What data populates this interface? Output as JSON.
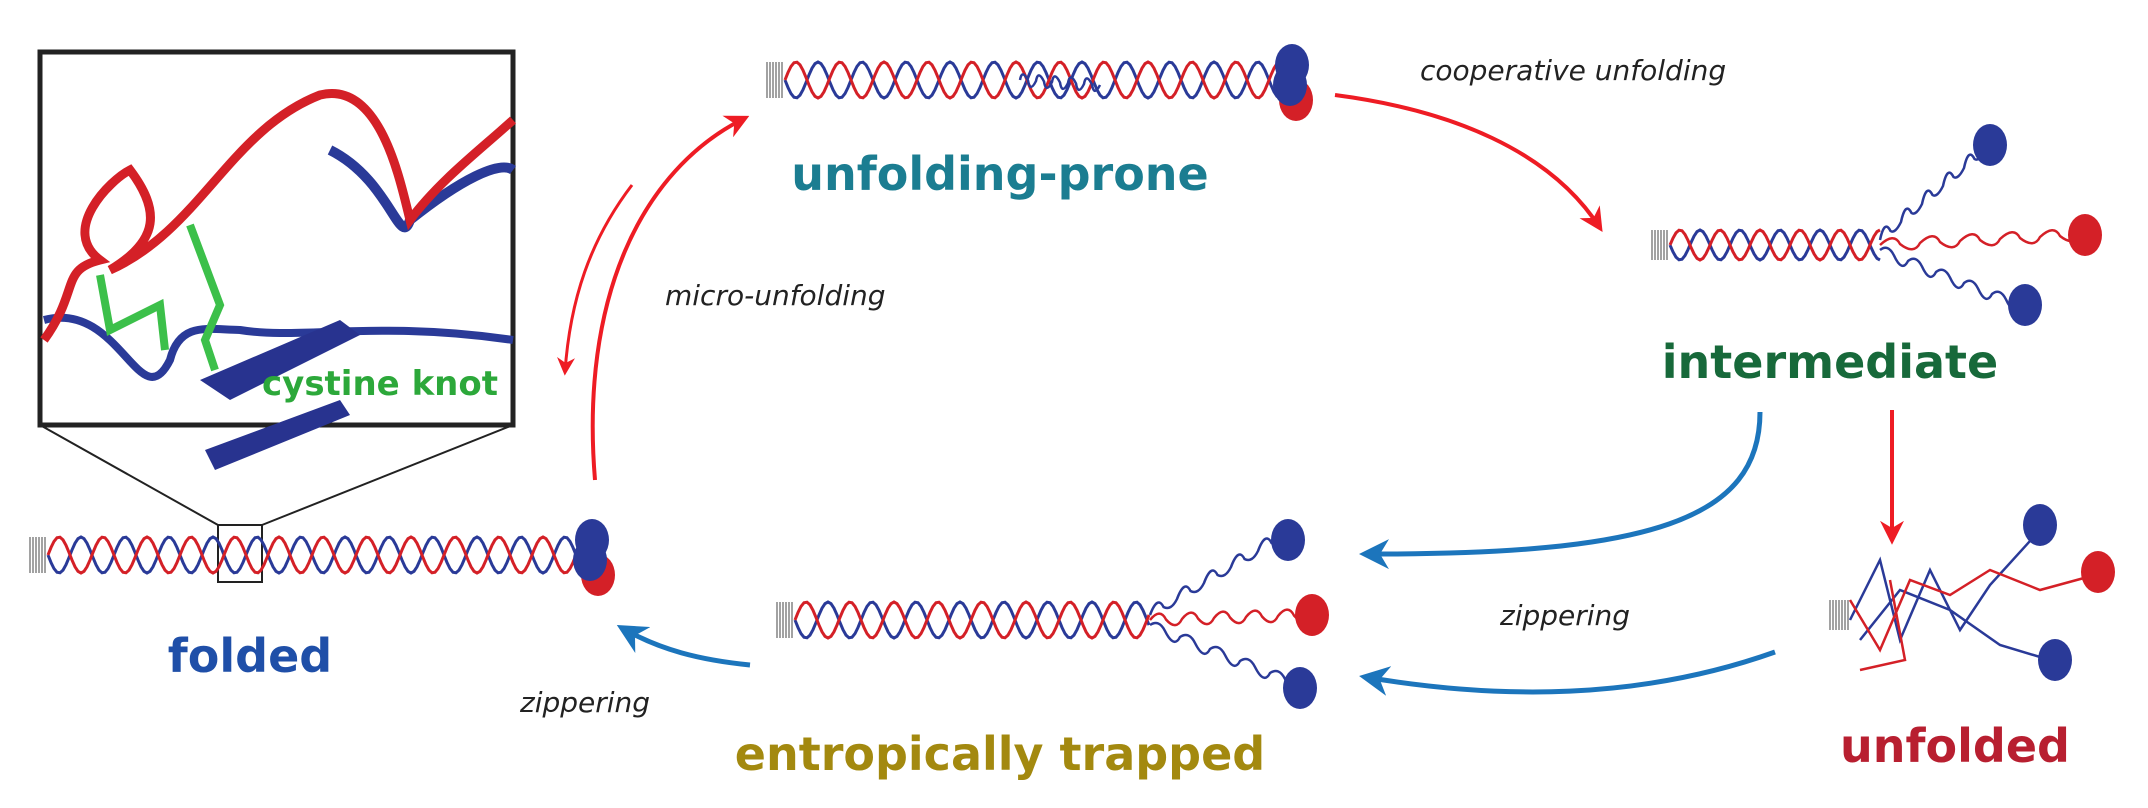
{
  "inset": {
    "label": "cystine knot",
    "label_color": "#2ca83a"
  },
  "states": {
    "folded": {
      "label": "folded",
      "color": "#1f4fa8"
    },
    "unfolding_prone": {
      "label": "unfolding-prone",
      "color": "#1b7d91"
    },
    "intermediate": {
      "label": "intermediate",
      "color": "#17693a"
    },
    "unfolded": {
      "label": "unfolded",
      "color": "#b81f30"
    },
    "entropically_trapped": {
      "label": "entropically trapped",
      "color": "#a3890f"
    }
  },
  "transitions": {
    "micro_unfolding": "micro-unfolding",
    "cooperative_unfolding": "cooperative unfolding",
    "zippering_right": "zippering",
    "zippering_left": "zippering"
  },
  "colors": {
    "strand_red": "#d42027",
    "strand_blue": "#2a3a98",
    "arrow_red": "#ee1c24",
    "arrow_blue": "#1c75bc",
    "knot_green": "#3cc04a"
  }
}
